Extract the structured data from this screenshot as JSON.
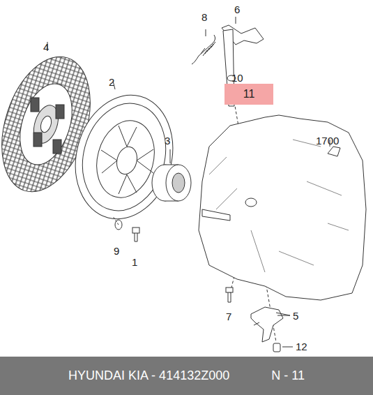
{
  "diagram": {
    "nodes": [
      {
        "text": [
          "11"
        ]
      },
      {
        "text": [
          "HYUNDAI KIA - 414132Z000",
          "N - 11"
        ]
      }
    ],
    "labels": [
      "4",
      "2",
      "3",
      "8",
      "6",
      "10",
      "1700",
      "9",
      "1",
      "7",
      "5",
      "12"
    ]
  }
}
